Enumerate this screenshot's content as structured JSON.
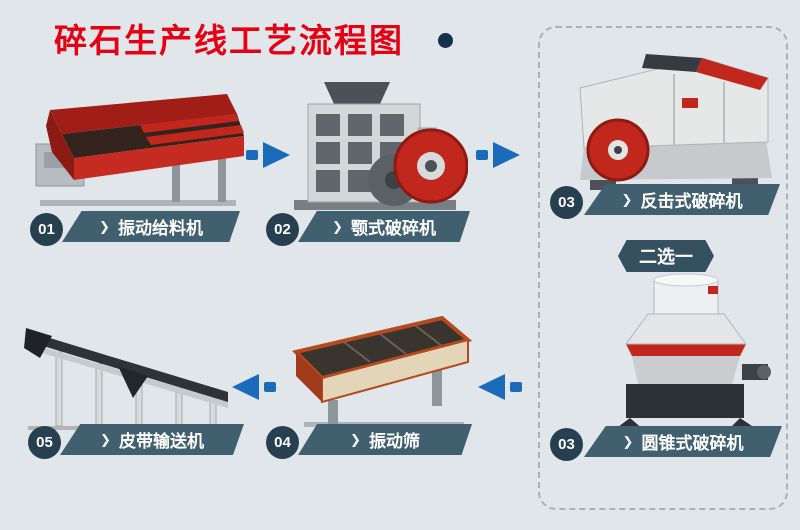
{
  "title": "碎石生产线工艺流程图",
  "choose_one": "二选一",
  "icons": {
    "chevron": "❯"
  },
  "steps": [
    {
      "number": "01",
      "label": "振动给料机"
    },
    {
      "number": "02",
      "label": "颚式破碎机"
    },
    {
      "number": "03",
      "label": "反击式破碎机"
    },
    {
      "number": "03",
      "label": "圆锥式破碎机"
    },
    {
      "number": "04",
      "label": "振动筛"
    },
    {
      "number": "05",
      "label": "皮带输送机"
    }
  ],
  "colors": {
    "background": "#e0e6ea",
    "title_red": "#e60012",
    "ribbon": "#41606f",
    "number_circle": "#27404f",
    "badge": "#35505e",
    "arrow_blue": "#1a6cba",
    "machine_red": "#c2271d"
  }
}
